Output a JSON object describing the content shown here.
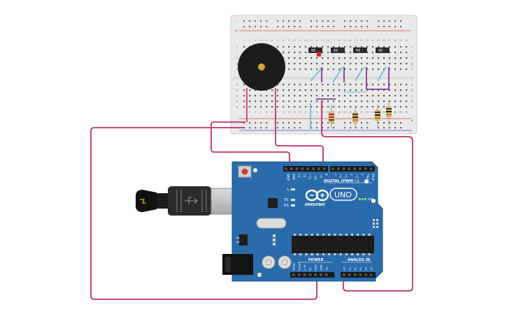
{
  "breadboard": {
    "column_numbers": [
      "1",
      "2",
      "3",
      "4",
      "5",
      "6",
      "7",
      "8",
      "9",
      "10",
      "11",
      "12",
      "13",
      "14",
      "15",
      "16",
      "17",
      "18",
      "19",
      "20",
      "21",
      "22",
      "23",
      "24",
      "25",
      "26",
      "27",
      "28",
      "29",
      "30"
    ],
    "row_letters_top": [
      "j",
      "i",
      "h",
      "g",
      "f"
    ],
    "row_letters_bottom": [
      "e",
      "d",
      "c",
      "b",
      "a"
    ],
    "rail_plus": "+",
    "rail_minus": "-"
  },
  "arduino": {
    "brand": "ARDUINO",
    "model": "UNO",
    "on_label": "ON",
    "tx_label": "TX",
    "rx_label": "RX",
    "l_label": "L",
    "digital_label": "DIGITAL (PWM ~)",
    "power_label": "POWER",
    "analog_label": "ANALOG IN",
    "digital_pins": [
      "AREF",
      "GND",
      "13",
      "12",
      "~11",
      "~10",
      "~9",
      "8",
      "7",
      "~6",
      "~5",
      "4",
      "~3",
      "2",
      "TX▸1",
      "RX◂0"
    ],
    "power_pins": [
      "IOREF",
      "RESET",
      "3.3V",
      "5V",
      "GND",
      "GND",
      "Vin"
    ],
    "analog_pins": [
      "A0",
      "A1",
      "A2",
      "A3",
      "A4",
      "A5"
    ]
  },
  "colors": {
    "wire": "#c0306a",
    "board": "#2a6cab",
    "jumper": "#6cc1d8",
    "switch_wire": "#7d3aa0",
    "breadboard": "#e8e8e8"
  },
  "icons": [
    "usb-cable-icon",
    "piezo-buzzer-icon",
    "reset-button-icon",
    "arduino-infinity-logo-icon"
  ]
}
